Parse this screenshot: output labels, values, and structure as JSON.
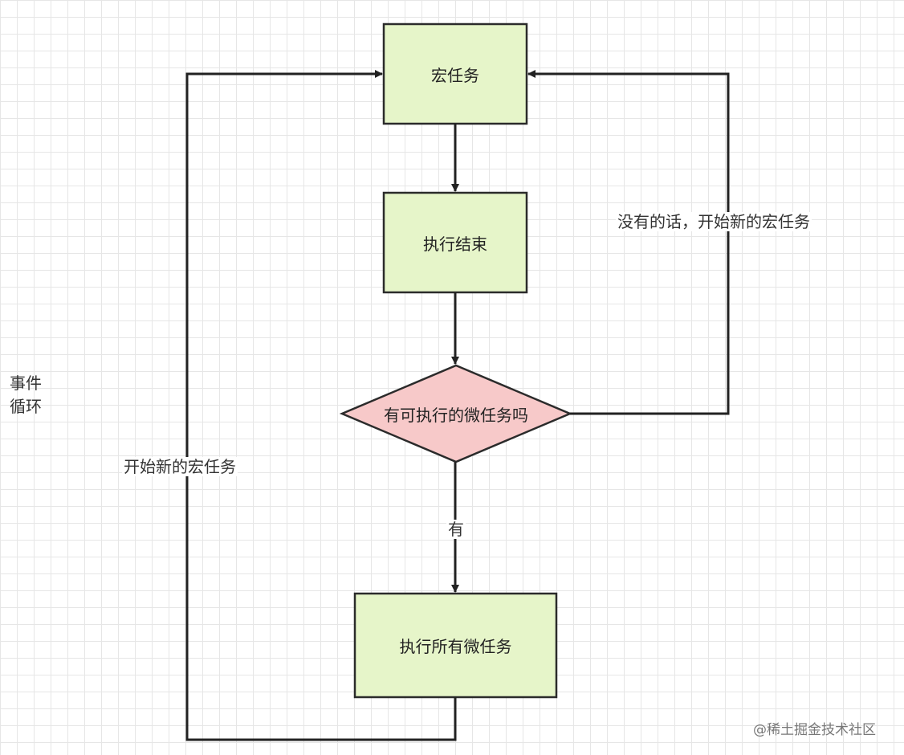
{
  "nodes": {
    "macro_task": {
      "label": "宏任务",
      "fill": "#e6f5c9",
      "stroke": "#2b2b2b"
    },
    "exec_end": {
      "label": "执行结束",
      "fill": "#e6f5c9",
      "stroke": "#2b2b2b"
    },
    "has_micro": {
      "label": "有可执行的微任务吗",
      "fill": "#f7c9c9",
      "stroke": "#2b2b2b"
    },
    "exec_all_micro": {
      "label": "执行所有微任务",
      "fill": "#e6f5c9",
      "stroke": "#2b2b2b"
    }
  },
  "edges": {
    "yes_label": "有",
    "no_label": "没有的话，开始新的宏任务",
    "loop_label": "开始新的宏任务",
    "stroke": "#222222"
  },
  "side_label": {
    "line1": "事件",
    "line2": "循环"
  },
  "watermark": "@稀土掘金技术社区"
}
